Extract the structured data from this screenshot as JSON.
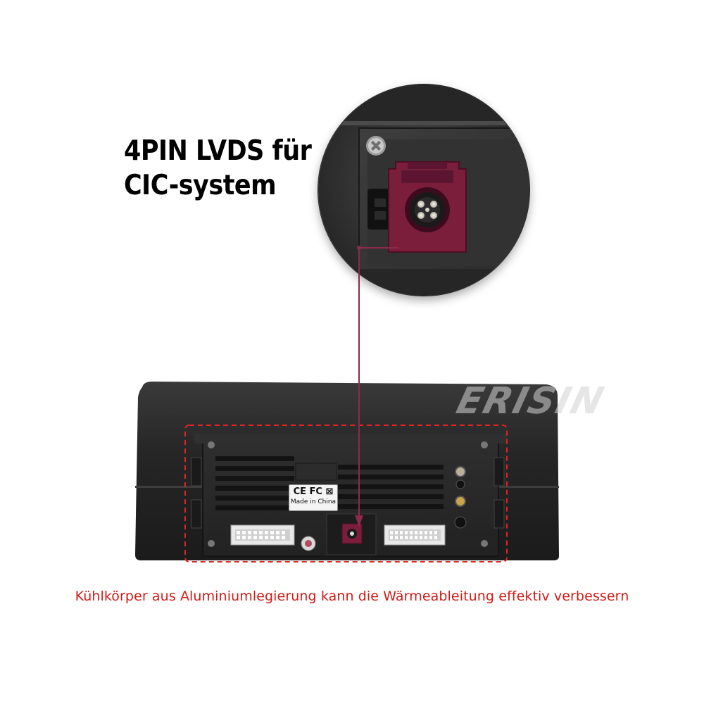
{
  "headline": {
    "line1": "4PIN LVDS für",
    "line2": "CIC-system"
  },
  "watermark": {
    "brand": "ERISIN"
  },
  "device_label": {
    "marks": "CE FC ⊠",
    "origin": "Made in China"
  },
  "caption": "Kühlkörper aus Aluminiumlegierung kann die Wärmeableitung effektiv verbessern",
  "colors": {
    "caption": "#d21b16",
    "highlight_box": "#e02424",
    "pointer_line": "#8b2a4c",
    "connector": "#7a1e3c",
    "device_body": "#2a2a2a"
  }
}
